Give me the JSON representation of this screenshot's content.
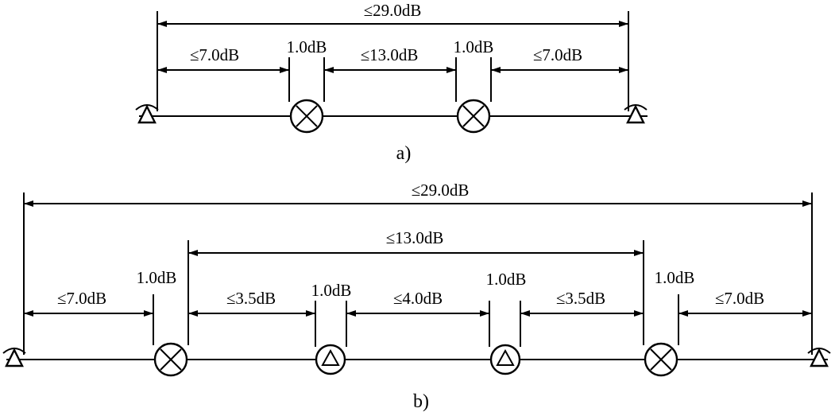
{
  "diagram_a": {
    "caption": "a)",
    "dims": {
      "total": "≤29.0dB",
      "seg1": "≤7.0dB",
      "node1": "1.0dB",
      "seg2": "≤13.0dB",
      "node2": "1.0dB",
      "seg3": "≤7.0dB"
    }
  },
  "diagram_b": {
    "caption": "b)",
    "dims": {
      "total": "≤29.0dB",
      "middle": "≤13.0dB",
      "seg1": "≤7.0dB",
      "node1": "1.0dB",
      "seg2": "≤3.5dB",
      "node2": "1.0dB",
      "seg3": "≤4.0dB",
      "node3": "1.0dB",
      "seg4": "≤3.5dB",
      "node4": "1.0dB",
      "seg5": "≤7.0dB"
    }
  },
  "icons": {
    "terminal": "optical-terminal-icon",
    "splice": "fixed-splice-icon",
    "connector": "connector-icon"
  }
}
